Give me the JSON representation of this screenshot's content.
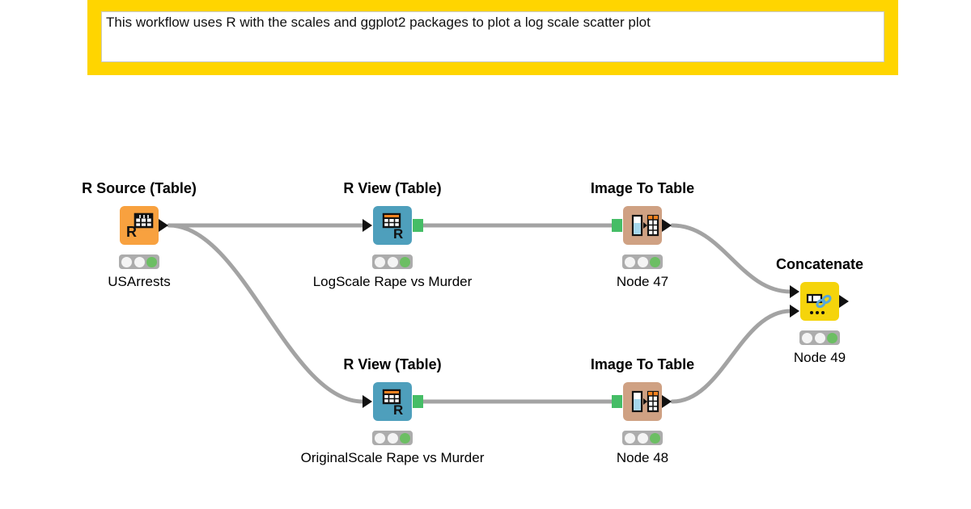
{
  "banner": {
    "text": "This workflow uses R with the scales and ggplot2 packages to plot a log scale scatter plot",
    "border_color": "#FFD500"
  },
  "nodes": [
    {
      "title": "R Source (Table)",
      "label": "USArrests",
      "icon": "r-source-icon",
      "color": "#F8A13F",
      "status": "executed"
    },
    {
      "title": "R View (Table)",
      "label": "LogScale Rape vs Murder",
      "icon": "r-view-icon",
      "color": "#4E9FBC",
      "status": "executed"
    },
    {
      "title": "Image To Table",
      "label": "Node 47",
      "icon": "image-to-table-icon",
      "color": "#CFA183",
      "status": "executed"
    },
    {
      "title": "R View (Table)",
      "label": "OriginalScale Rape vs Murder",
      "icon": "r-view-icon",
      "color": "#4E9FBC",
      "status": "executed"
    },
    {
      "title": "Image To Table",
      "label": "Node 48",
      "icon": "image-to-table-icon",
      "color": "#CFA183",
      "status": "executed"
    },
    {
      "title": "Concatenate",
      "label": "Node 49",
      "icon": "concatenate-icon",
      "color": "#F5D40B",
      "status": "executed"
    }
  ],
  "traffic_light": {
    "lights": [
      "off",
      "off",
      "green"
    ]
  },
  "colors": {
    "wire": "#A3A3A3",
    "port_green": "#45BD66",
    "status_green": "#6CBE63",
    "annotation_yellow": "#FFD500"
  }
}
